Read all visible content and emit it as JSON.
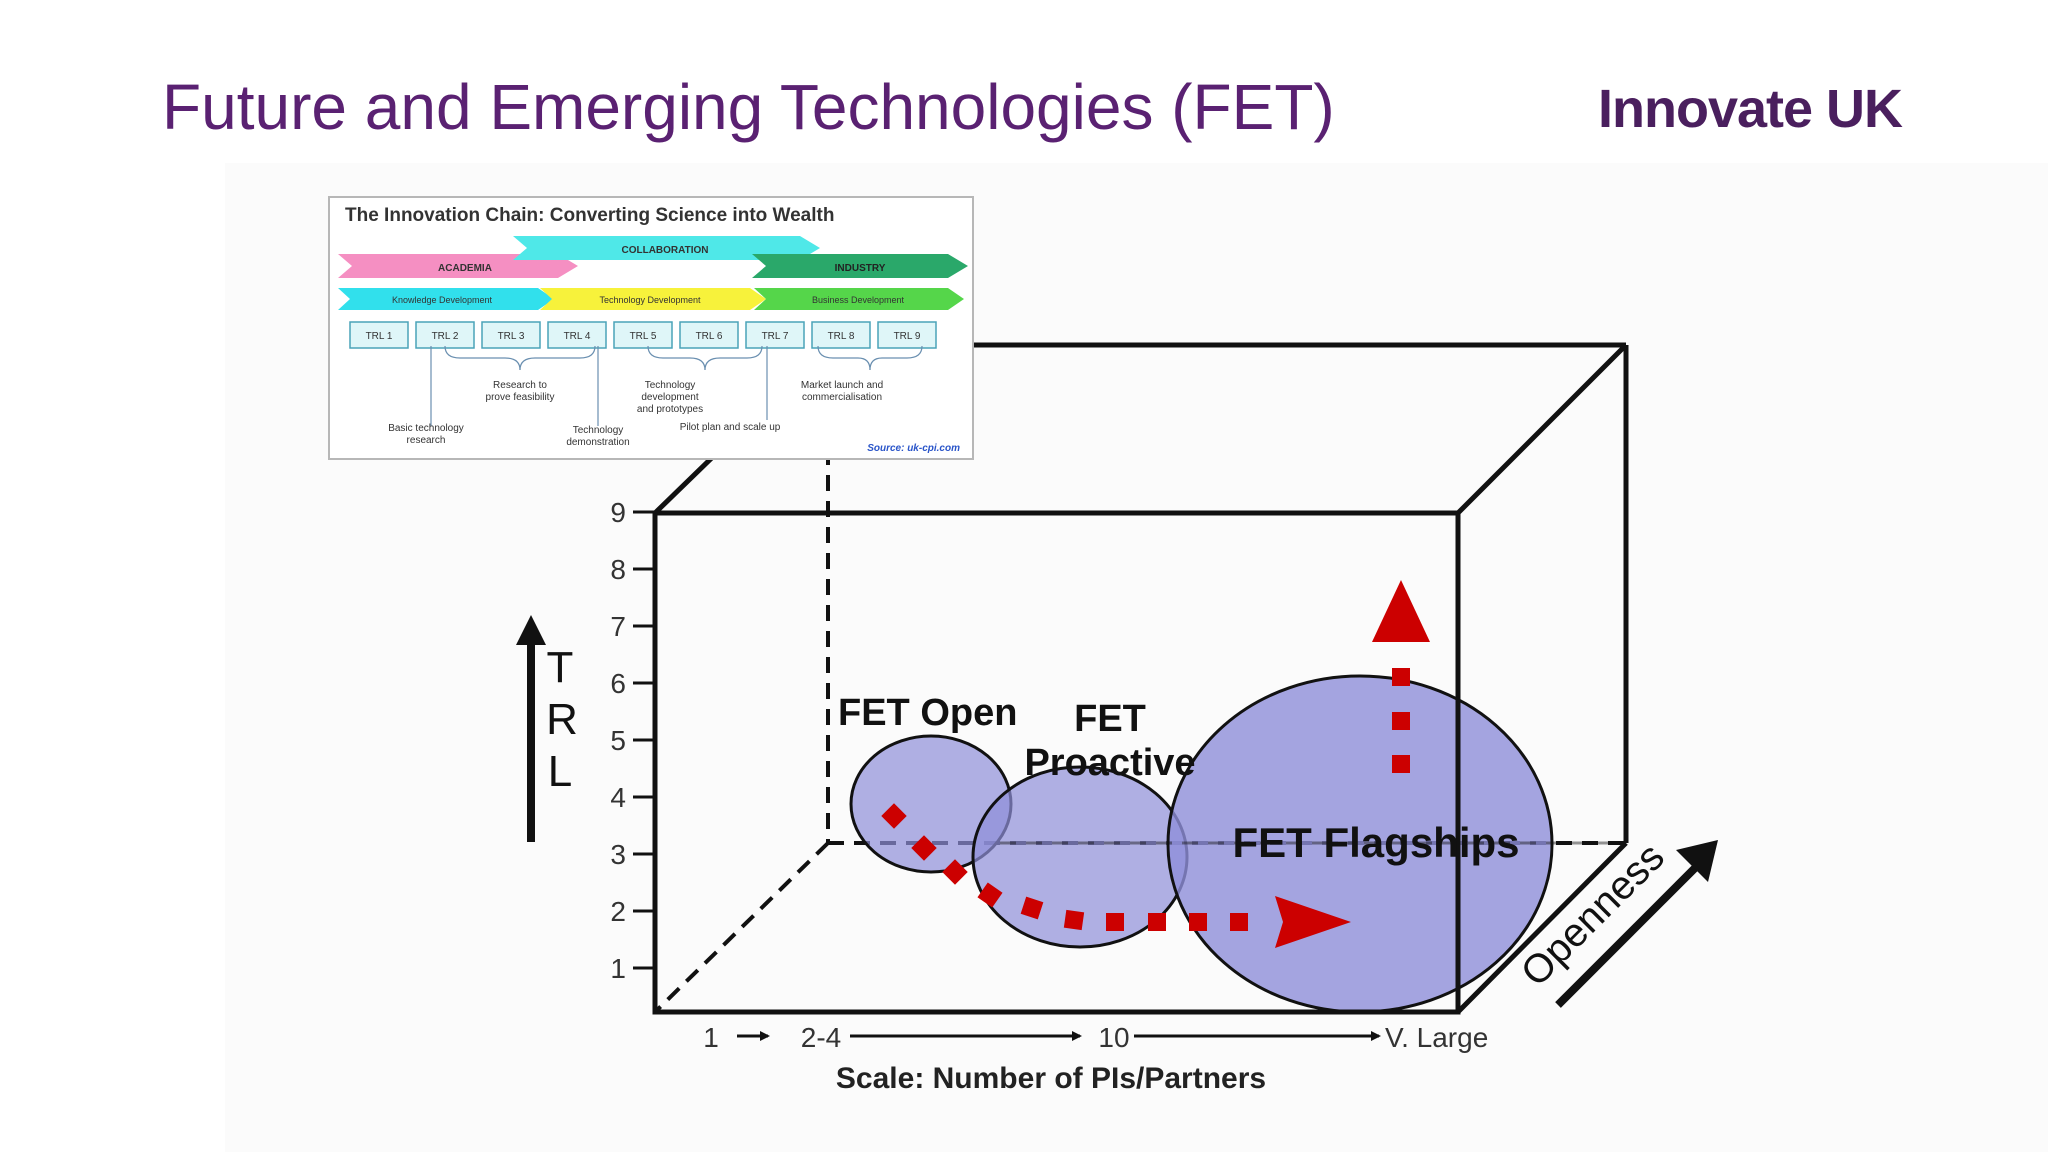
{
  "slide": {
    "title": "Future and Emerging Technologies (FET)",
    "brand": "Innovate UK"
  },
  "inset": {
    "title": "The Innovation Chain: Converting Science into Wealth",
    "bands": [
      "ACADEMIA",
      "COLLABORATION",
      "INDUSTRY"
    ],
    "phases": [
      "Knowledge Development",
      "Technology Development",
      "Business Development"
    ],
    "trl_boxes": [
      "TRL 1",
      "TRL 2",
      "TRL 3",
      "TRL 4",
      "TRL 5",
      "TRL 6",
      "TRL 7",
      "TRL 8",
      "TRL 9"
    ],
    "notes": {
      "basic": [
        "Basic technology",
        "research"
      ],
      "feasibility": [
        "Research to",
        "prove feasibility"
      ],
      "demonstration": [
        "Technology",
        "demonstration"
      ],
      "development": [
        "Technology",
        "development",
        "and prototypes"
      ],
      "pilot": "Pilot plan and scale up",
      "market": [
        "Market launch and",
        "commercialisation"
      ]
    },
    "source": "Source: uk-cpi.com"
  },
  "cube": {
    "y_axis_label": [
      "T",
      "R",
      "L"
    ],
    "y_ticks": [
      "1",
      "2",
      "3",
      "4",
      "5",
      "6",
      "7",
      "8",
      "9"
    ],
    "x_ticks": [
      "1",
      "2-4",
      "10",
      "V. Large"
    ],
    "x_title": "Scale: Number of PIs/Partners",
    "z_label": "Openness",
    "bubbles": [
      {
        "label": [
          "FET Open"
        ]
      },
      {
        "label": [
          "FET",
          "Proactive"
        ]
      },
      {
        "label": [
          "FET Flagships"
        ]
      }
    ]
  },
  "colors": {
    "title": "#5a2172",
    "brand": "#4a1f5e",
    "bubble_fill": "#8f8fd9",
    "bubble_stroke": "#111111",
    "path_red": "#cc0000",
    "academia": "#f58fc2",
    "collaboration": "#4fe8e8",
    "industry": "#2aa86a",
    "knowledge": "#31e0ec",
    "technology": "#f7f23b",
    "business": "#55d64a",
    "trl_box": "#dff6f8",
    "trl_border": "#4aa3b8",
    "source_blue": "#2a55c9"
  },
  "icons": {
    "trl_arrow": "arrow-up-icon",
    "openness_arrow": "arrow-diagonal-icon",
    "scale_arrows": "arrow-right-icon",
    "growth_arrow": "arrow-up-icon"
  }
}
